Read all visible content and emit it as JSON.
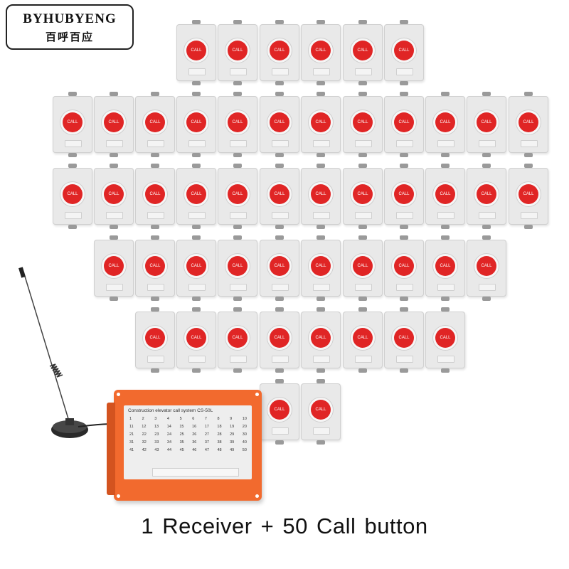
{
  "logo": {
    "brand": "BYHUBYENG",
    "chinese": "百呼百应"
  },
  "call_button": {
    "label": "CALL",
    "count": 50
  },
  "receiver": {
    "title": "Construction elevator call system CS-50L",
    "numbers": [
      [
        "1",
        "2",
        "3",
        "4",
        "5",
        "6",
        "7",
        "8",
        "9",
        "10"
      ],
      [
        "11",
        "12",
        "13",
        "14",
        "15",
        "16",
        "17",
        "18",
        "19",
        "20"
      ],
      [
        "21",
        "22",
        "23",
        "24",
        "25",
        "26",
        "27",
        "28",
        "29",
        "30"
      ],
      [
        "31",
        "32",
        "33",
        "34",
        "35",
        "36",
        "37",
        "38",
        "39",
        "40"
      ],
      [
        "41",
        "42",
        "43",
        "44",
        "45",
        "46",
        "47",
        "48",
        "49",
        "50"
      ]
    ],
    "small_label_left": "",
    "small_label_right": ""
  },
  "caption": "1 Receiver + 50 Call button",
  "colors": {
    "receiver_orange": "#f26a2e",
    "button_red": "#e02525",
    "unit_gray": "#e9e9e9"
  }
}
